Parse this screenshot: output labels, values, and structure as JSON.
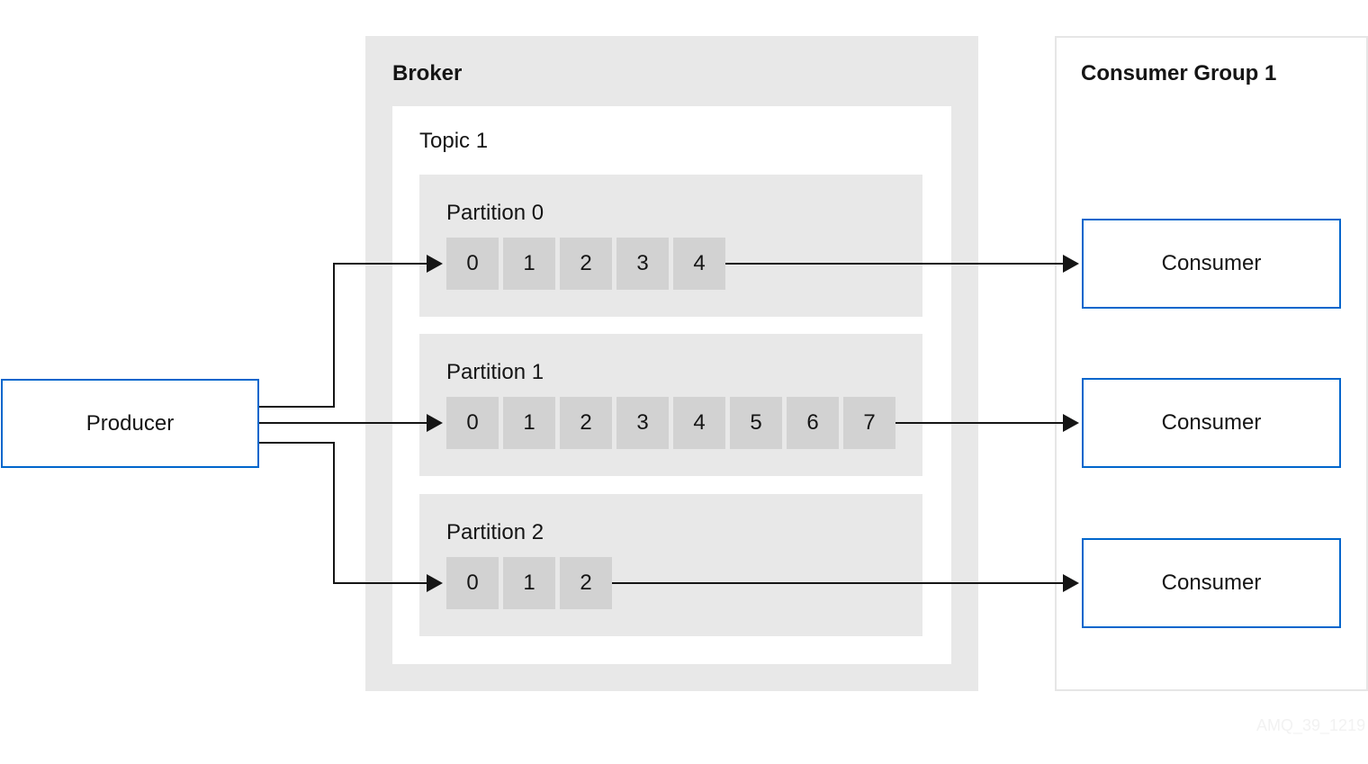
{
  "broker": {
    "title": "Broker"
  },
  "topic": {
    "title": "Topic 1"
  },
  "partitions": [
    {
      "title": "Partition 0",
      "offsets": [
        "0",
        "1",
        "2",
        "3",
        "4"
      ]
    },
    {
      "title": "Partition 1",
      "offsets": [
        "0",
        "1",
        "2",
        "3",
        "4",
        "5",
        "6",
        "7"
      ]
    },
    {
      "title": "Partition 2",
      "offsets": [
        "0",
        "1",
        "2"
      ]
    }
  ],
  "producer": {
    "label": "Producer"
  },
  "consumer_group": {
    "title": "Consumer Group 1",
    "consumers": [
      "Consumer",
      "Consumer",
      "Consumer"
    ]
  },
  "watermark": "AMQ_39_1219",
  "colors": {
    "broker_bg": "#e8e8e8",
    "cell_bg": "#d2d2d2",
    "box_border": "#0066cc",
    "arrow": "#151515"
  }
}
